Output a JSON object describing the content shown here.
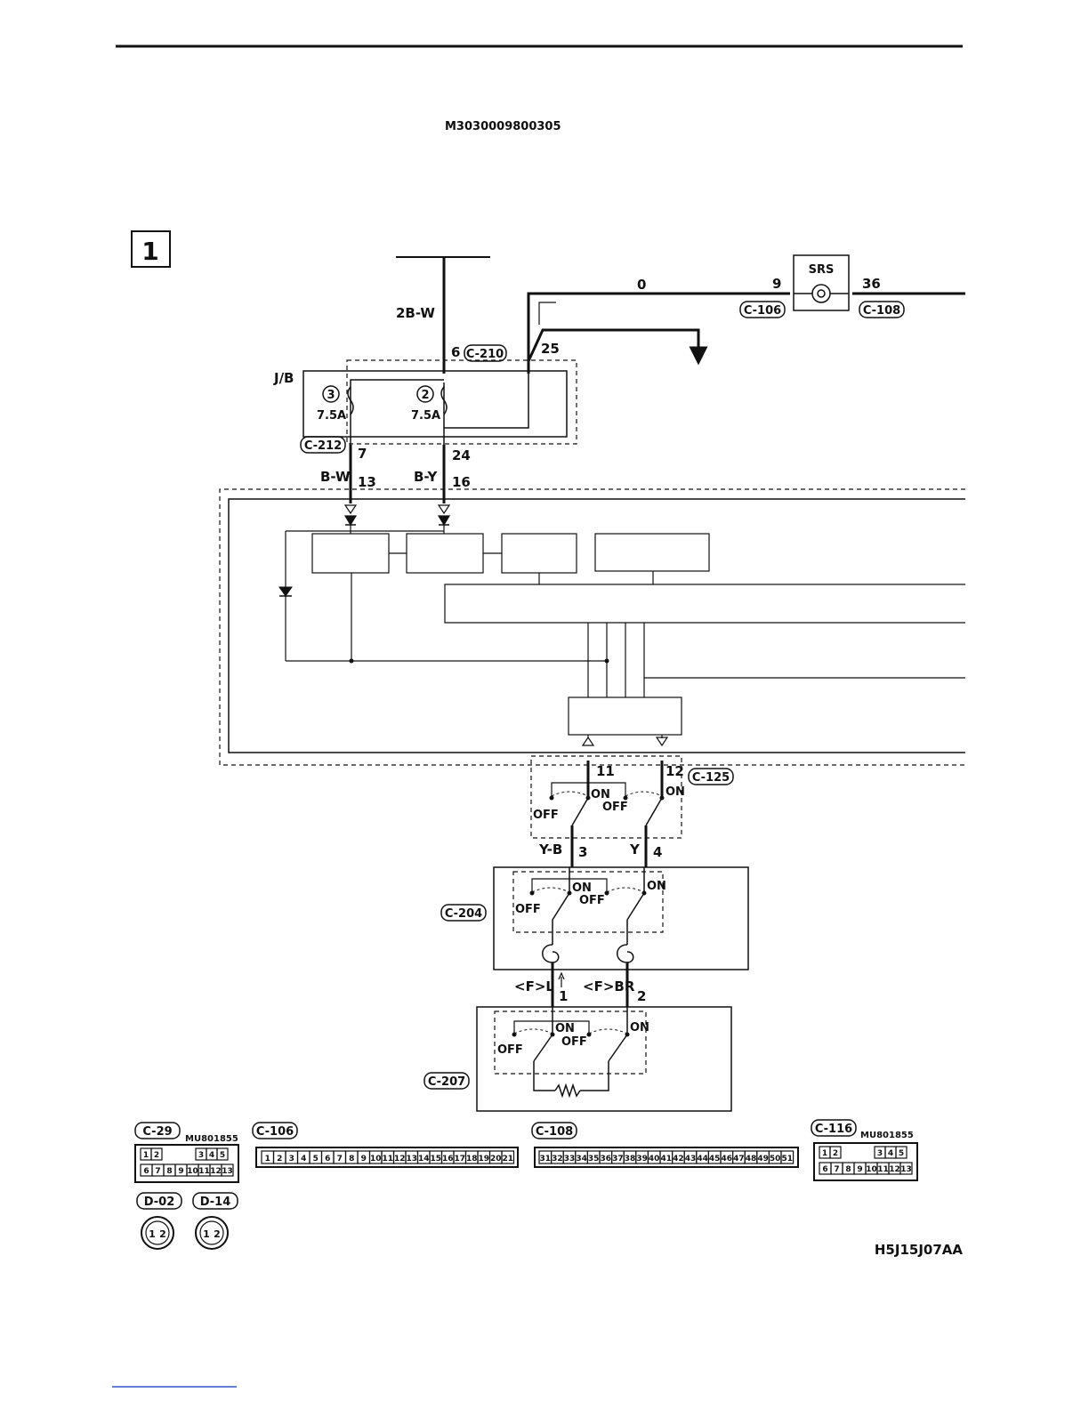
{
  "header": {
    "doc_code": "M3030009800305",
    "figure_code": "H5J15J07AA"
  },
  "diagram": {
    "section_number": "1",
    "wires": {
      "top_feed": "2B-W",
      "srs_feed": "0",
      "jb_out_left": "B-W",
      "jb_out_right": "B-Y",
      "sw_left": "Y-B",
      "sw_right": "Y",
      "f_left": "<F>L",
      "f_right": "<F>BR"
    },
    "pins": {
      "c210": "6",
      "c210_b": "25",
      "c106": "9",
      "c108": "36",
      "c212_a": "7",
      "c212_b": "24",
      "meter_a": "13",
      "meter_b": "16",
      "c125_a": "11",
      "c125_b": "12",
      "c204_a": "3",
      "c204_b": "4",
      "c207_a": "1",
      "c207_b": "2"
    },
    "labels": {
      "jb": "J/B",
      "srs": "SRS",
      "fuse_3": "3",
      "fuse_2": "2",
      "fuse_rating_3": "7.5A",
      "fuse_rating_2": "7.5A",
      "on": "ON",
      "off": "OFF"
    },
    "connectors": {
      "c210": "C-210",
      "c212": "C-212",
      "c106": "C-106",
      "c108": "C-108",
      "c125": "C-125",
      "c204": "C-204",
      "c207": "C-207"
    }
  },
  "connector_views": {
    "c29": {
      "name": "C-29",
      "part": "MU801855",
      "top": [
        "1",
        "2",
        "3",
        "4",
        "5"
      ],
      "bottom": [
        "6",
        "7",
        "8",
        "9",
        "10",
        "11",
        "12",
        "13"
      ]
    },
    "c106": {
      "name": "C-106",
      "pins": [
        "1",
        "2",
        "3",
        "4",
        "5",
        "6",
        "7",
        "8",
        "9",
        "10",
        "11",
        "12",
        "13",
        "14",
        "15",
        "16",
        "17",
        "18",
        "19",
        "20",
        "21"
      ]
    },
    "c108": {
      "name": "C-108",
      "pins": [
        "31",
        "32",
        "33",
        "34",
        "35",
        "36",
        "37",
        "38",
        "39",
        "40",
        "41",
        "42",
        "43",
        "44",
        "45",
        "46",
        "47",
        "48",
        "49",
        "50",
        "51"
      ]
    },
    "c116": {
      "name": "C-116",
      "part": "MU801855",
      "top": [
        "1",
        "2",
        "3",
        "4",
        "5"
      ],
      "bottom": [
        "6",
        "7",
        "8",
        "9",
        "10",
        "11",
        "12",
        "13"
      ]
    },
    "d02": {
      "name": "D-02",
      "pins": [
        "1",
        "2"
      ]
    },
    "d14": {
      "name": "D-14",
      "pins": [
        "1",
        "2"
      ]
    }
  }
}
